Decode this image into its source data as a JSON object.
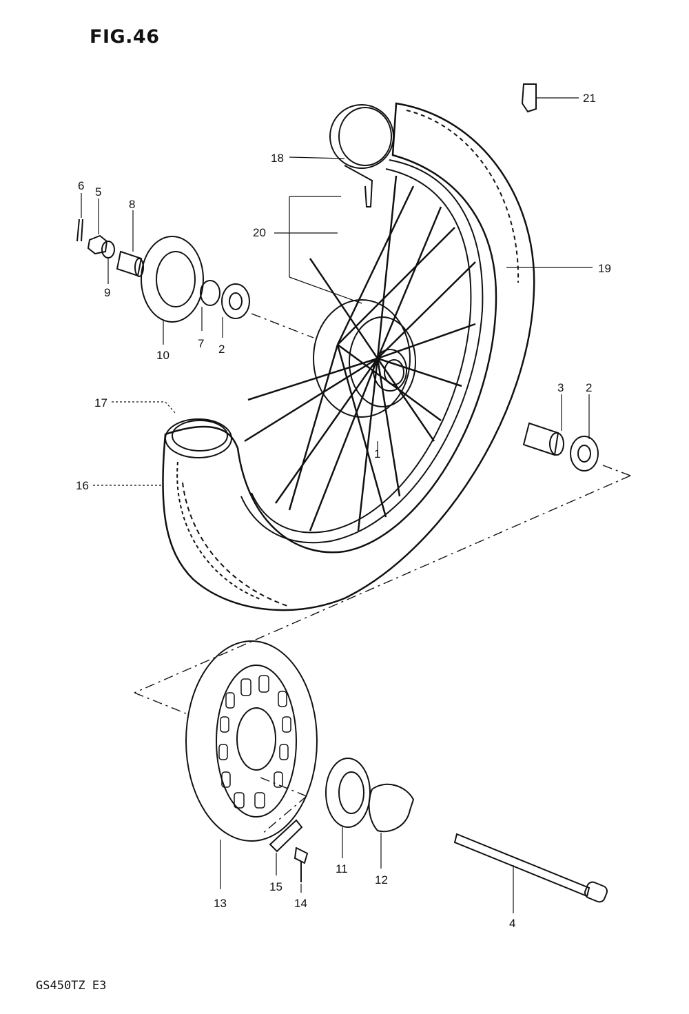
{
  "figure": {
    "title": "FIG.46",
    "model_code": "GS450TZ E3"
  },
  "callouts": [
    "1",
    "2",
    "2",
    "3",
    "4",
    "5",
    "6",
    "7",
    "8",
    "9",
    "10",
    "11",
    "12",
    "13",
    "14",
    "15",
    "16",
    "17",
    "18",
    "19",
    "20",
    "21"
  ]
}
